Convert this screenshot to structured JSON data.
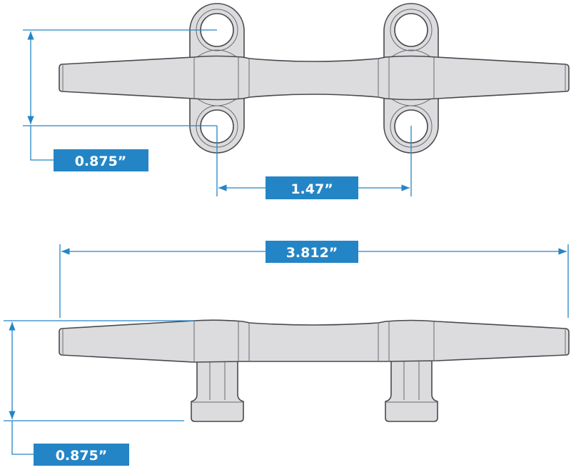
{
  "title": "Cleat dimension diagram",
  "colors": {
    "accent": "#2485c6",
    "part_fill": "#dcdcdf",
    "part_stroke": "#4a4a4e"
  },
  "dimensions": {
    "top_hole_spacing_vertical": "0.875”",
    "top_hole_spacing_horizontal": "1.47”",
    "overall_length": "3.812”",
    "side_height": "0.875”"
  }
}
